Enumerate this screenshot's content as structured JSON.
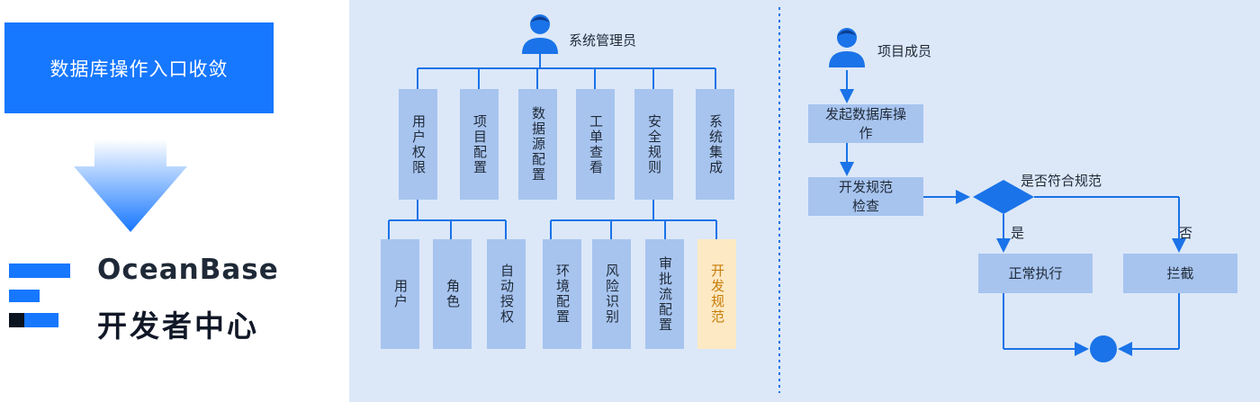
{
  "left": {
    "banner_text": "数据库操作入口收敛",
    "brand_en": "OceanBase",
    "brand_cn": "开发者中心"
  },
  "admin": {
    "title": "系统管理员",
    "level1": [
      "用户权限",
      "项目配置",
      "数据源配置",
      "工单查看",
      "安全规则",
      "系统集成"
    ],
    "level2": [
      "用户",
      "角色",
      "自动授权",
      "环境配置",
      "风险识别",
      "审批流配置",
      "开发规范"
    ]
  },
  "member": {
    "title": "项目成员",
    "step1": "发起数据库操作",
    "step2": "开发规范检查",
    "decision": "是否符合规范",
    "yes": "是",
    "no": "否",
    "result_yes": "正常执行",
    "result_no": "拦截"
  },
  "colors": {
    "brand_blue": "#1677ff",
    "box_blue": "#a7c4ef",
    "panel_bg": "#dce8f8",
    "highlight_bg": "#fde9c4",
    "highlight_text": "#c87d08",
    "icon_blue": "#1a73e8"
  },
  "icons": [
    "user-icon",
    "down-arrow-icon",
    "logo-bars-icon"
  ]
}
